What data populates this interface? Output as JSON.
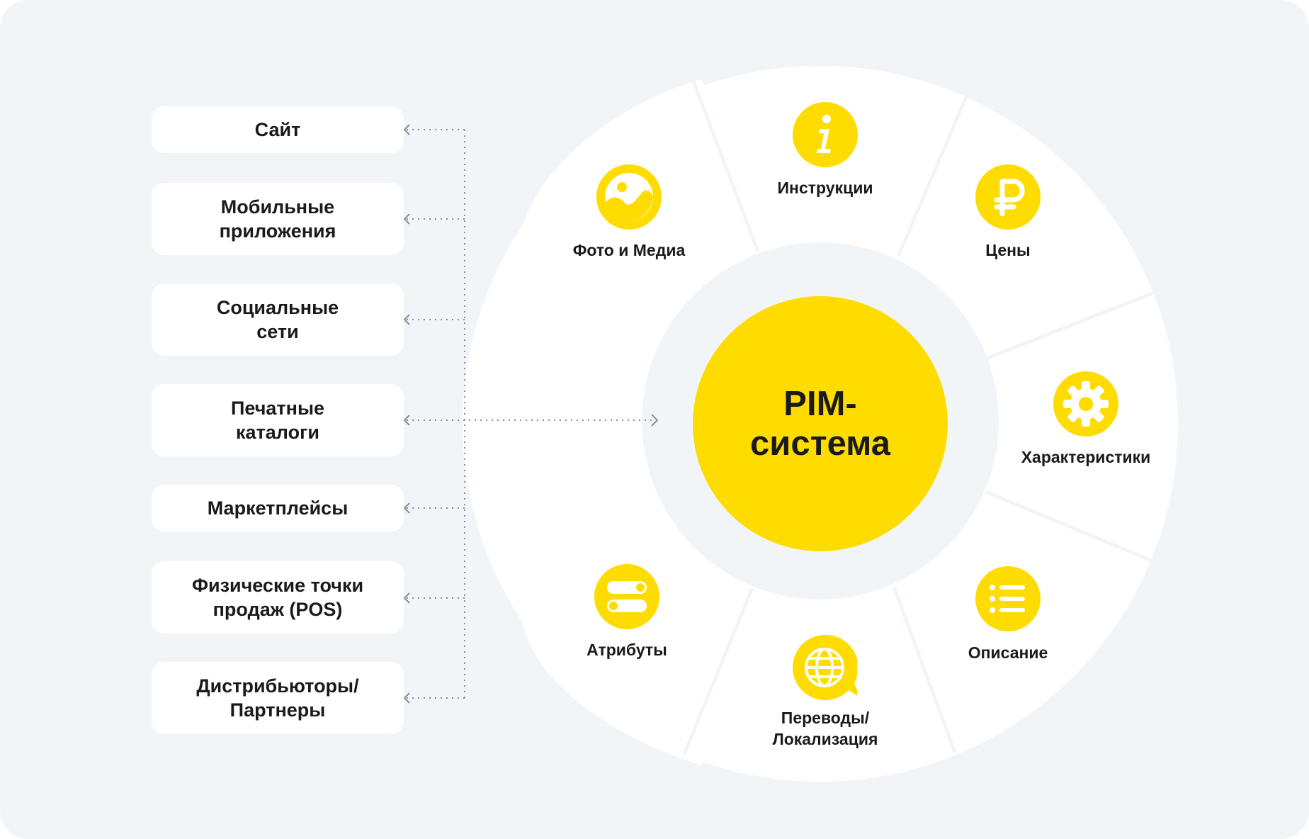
{
  "channels": [
    {
      "label": "Сайт"
    },
    {
      "label": "Мобильные\nприложения"
    },
    {
      "label": "Социальные\nсети"
    },
    {
      "label": "Печатные\nкаталоги"
    },
    {
      "label": "Маркетплейсы"
    },
    {
      "label": "Физические точки\nпродаж (POS)"
    },
    {
      "label": "Дистрибьюторы/\nПартнеры"
    }
  ],
  "hub": {
    "label": "PIM-\nсистема"
  },
  "segments": [
    {
      "label": "Фото и Медиа",
      "icon": "photo-icon"
    },
    {
      "label": "Инструкции",
      "icon": "info-icon"
    },
    {
      "label": "Цены",
      "icon": "ruble-icon"
    },
    {
      "label": "Характеристики",
      "icon": "gear-icon"
    },
    {
      "label": "Описание",
      "icon": "list-icon"
    },
    {
      "label": "Переводы/\nЛокализация",
      "icon": "globe-chat-icon"
    },
    {
      "label": "Атрибуты",
      "icon": "toggles-icon"
    }
  ],
  "colors": {
    "accent": "#ffdc00",
    "background": "#f2f5f8",
    "card": "#ffffff",
    "text": "#1a1a1a",
    "connector": "#8a8f96"
  }
}
